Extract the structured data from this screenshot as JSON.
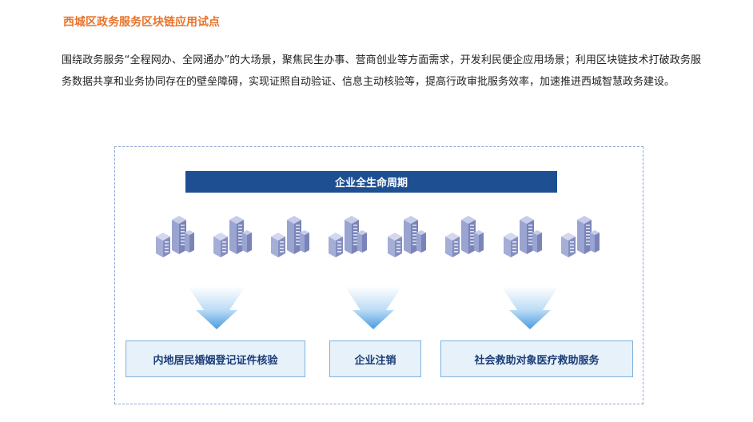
{
  "section": {
    "title": "西城区政务服务区块链应用试点",
    "intro": "围绕政务服务“全程网办、全网通办”的大场景，聚焦民生办事、营商创业等方面需求，开发利民便企应用场景；利用区块链技术打破政务服务数据共享和业务协同存在的壁垒障碍，实现证照自动验证、信息主动核验等，提高行政审批服务效率，加速推进西城智慧政务建设。"
  },
  "diagram": {
    "banner_label": "企业全生命周期",
    "buildings": [
      {
        "icon": "building-icon"
      },
      {
        "icon": "building-icon"
      },
      {
        "icon": "building-icon"
      },
      {
        "icon": "building-icon"
      },
      {
        "icon": "building-icon"
      },
      {
        "icon": "building-icon"
      },
      {
        "icon": "building-icon"
      },
      {
        "icon": "building-icon"
      }
    ],
    "outputs": [
      {
        "label": "内地居民婚姻登记证件核验"
      },
      {
        "label": "企业注销"
      },
      {
        "label": "社会救助对象医疗救助服务"
      }
    ]
  },
  "colors": {
    "title": "#e8732a",
    "banner": "#1e4f93",
    "output_fill": "#e6f1fa",
    "output_border": "#7fb1dd",
    "frame_border": "#8fa6d3",
    "arrow": "#4a9be0"
  }
}
